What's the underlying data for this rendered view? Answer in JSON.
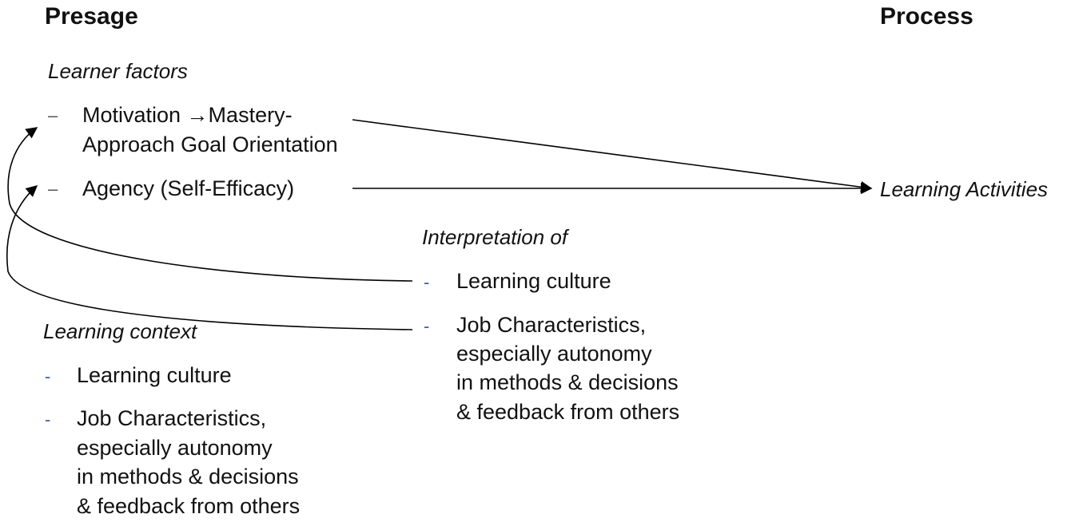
{
  "headers": {
    "presage": "Presage",
    "process": "Process"
  },
  "learner_factors": {
    "title": "Learner factors",
    "bullet": "–",
    "items": [
      {
        "lines": [
          "Motivation →Mastery-",
          "Approach Goal Orientation"
        ]
      },
      {
        "lines": [
          "Agency (Self-Efficacy)"
        ]
      }
    ]
  },
  "outcome": {
    "label": "Learning Activities"
  },
  "interpretation": {
    "title": "Interpretation of",
    "bullet": "-",
    "items": [
      {
        "lines": [
          "Learning culture"
        ]
      },
      {
        "lines": [
          "Job Characteristics,",
          "especially autonomy",
          "in methods & decisions",
          "& feedback from others"
        ]
      }
    ]
  },
  "learning_context": {
    "title": "Learning context",
    "bullet": "-",
    "items": [
      {
        "lines": [
          "Learning culture"
        ]
      },
      {
        "lines": [
          "Job Characteristics,",
          "especially autonomy",
          "in methods & decisions",
          "& feedback from others"
        ]
      }
    ]
  },
  "colors": {
    "text": "#111111",
    "arrow": "#000000",
    "context_bullet": "#3b5ba8"
  }
}
